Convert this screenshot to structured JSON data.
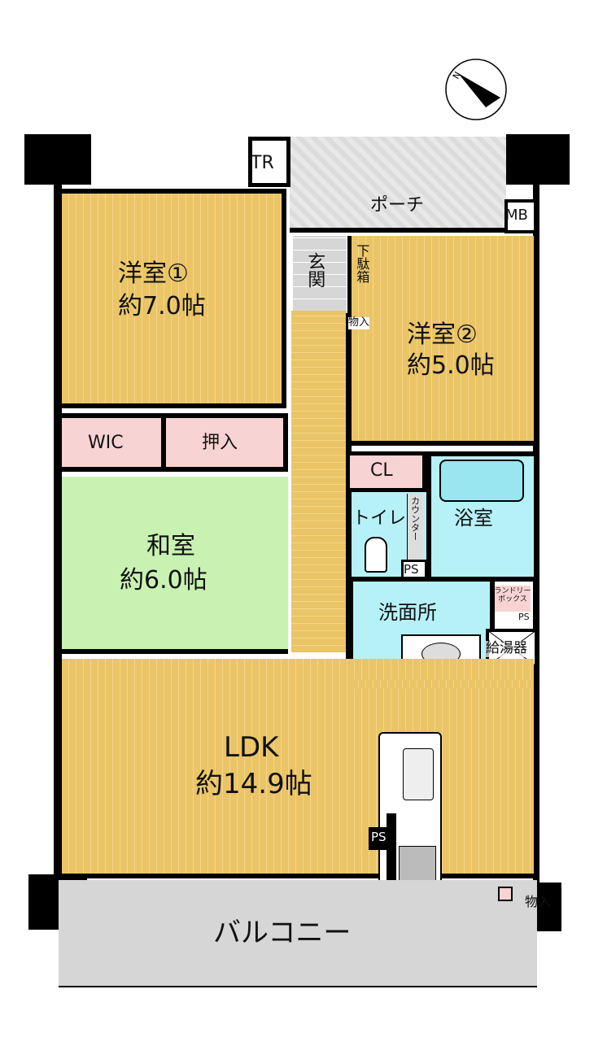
{
  "compass": {
    "label": "N",
    "icon": "north-arrow-icon"
  },
  "rooms": {
    "western1": {
      "name": "洋室①",
      "size": "約7.0帖"
    },
    "western2": {
      "name": "洋室②",
      "size": "約5.0帖"
    },
    "japanese": {
      "name": "和室",
      "size": "約6.0帖"
    },
    "ldk": {
      "name": "LDK",
      "size": "約14.9帖"
    },
    "porch": "ポーチ",
    "entrance": "玄関",
    "shoe_box": "下駄箱",
    "storage_entrance": "物入",
    "wic": "WIC",
    "closet_oshiire": "押入",
    "cl": "CL",
    "bath": "浴室",
    "toilet": "トイレ",
    "counter": "カウンター",
    "washroom": "洗面所",
    "laundry_box": "ランドリーボックス",
    "water_heater": "給湯器",
    "balcony": "バルコニー",
    "storage_balcony": "物入",
    "tr": "TR",
    "mb": "MB",
    "ps1": "PS",
    "ps2": "PS",
    "ps3": "PS"
  },
  "colors": {
    "wood": "#eac466",
    "tatami": "#c9f2b2",
    "storage": "#f8d3d3",
    "wet_area": "#b6f1f8",
    "balcony": "#d4d4d4"
  }
}
